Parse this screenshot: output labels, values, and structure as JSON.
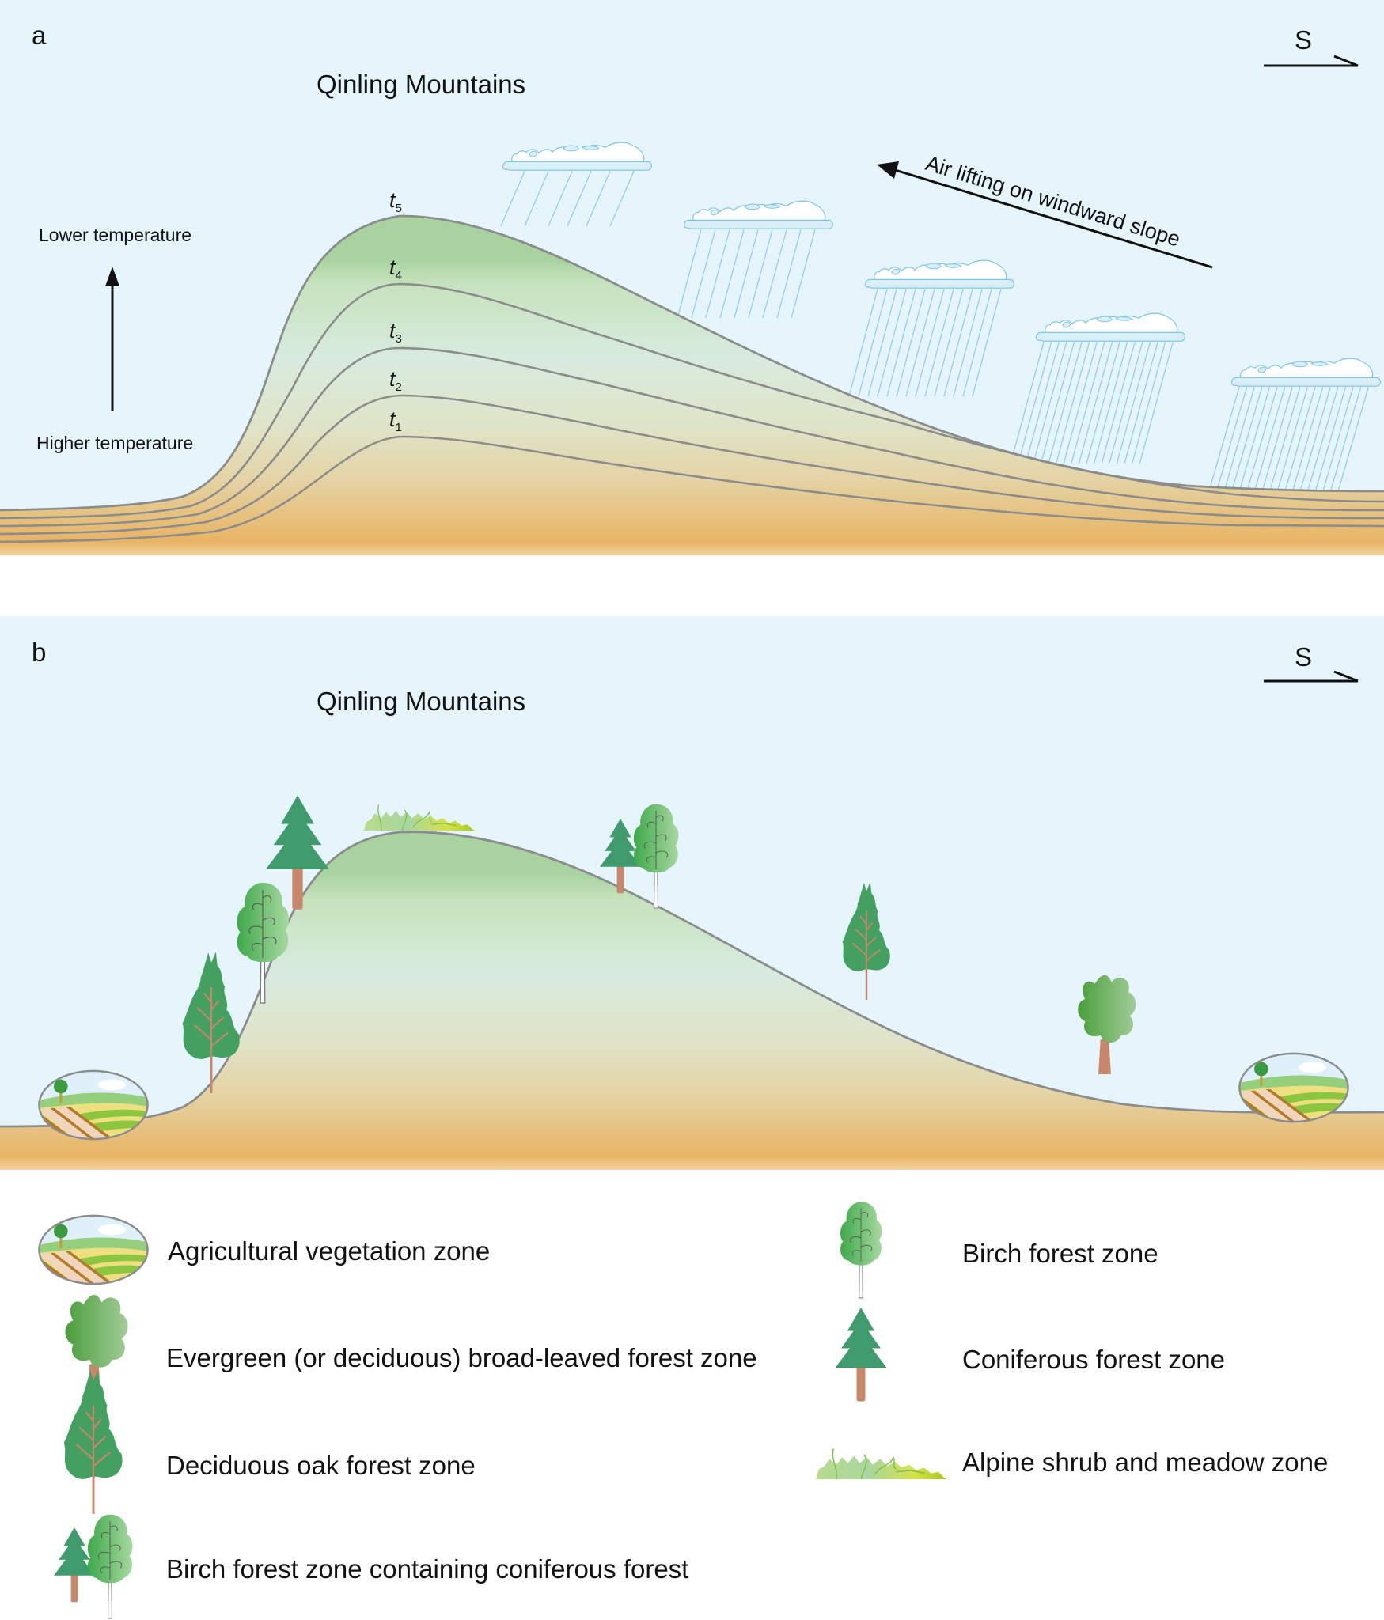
{
  "colors": {
    "sky": "#e6f4fc",
    "ground_top": "#e2d9b0",
    "ground_bottom": "#e8b464",
    "mountain_peak_green": "#a8d3a0",
    "mountain_mid": "#d8ebdf",
    "isoline": "#8c8c8c",
    "cloud_outline": "#7cc6df",
    "rain": "#8fcbe6",
    "conifer": "#3f9a6c",
    "trunk": "#c8866a",
    "oak": "#43a060",
    "broadleaf_dark": "#4a9e3c",
    "broadleaf_light": "#a3cc98"
  },
  "panel_a": {
    "label": "a",
    "title": "Qinling Mountains",
    "compass": {
      "letter": "S",
      "icon": "south-arrow-icon"
    },
    "temperature_axis": {
      "top_label": "Lower temperature",
      "bottom_label": "Higher temperature",
      "icon": "arrow-up-icon"
    },
    "isotherms": [
      {
        "symbol": "t",
        "subscript": "5"
      },
      {
        "symbol": "t",
        "subscript": "4"
      },
      {
        "symbol": "t",
        "subscript": "3"
      },
      {
        "symbol": "t",
        "subscript": "2"
      },
      {
        "symbol": "t",
        "subscript": "1"
      }
    ],
    "wind": {
      "label": "Air lifting on windward slope",
      "icon": "arrow-left-icon"
    },
    "clouds": [
      {
        "icon": "rain-cloud-icon",
        "intensity": "light"
      },
      {
        "icon": "rain-cloud-icon",
        "intensity": "moderate"
      },
      {
        "icon": "rain-cloud-icon",
        "intensity": "moderate"
      },
      {
        "icon": "rain-cloud-icon",
        "intensity": "heavy"
      },
      {
        "icon": "rain-cloud-icon",
        "intensity": "heavy"
      }
    ]
  },
  "panel_b": {
    "label": "b",
    "title": "Qinling Mountains",
    "compass": {
      "letter": "S",
      "icon": "south-arrow-icon"
    }
  },
  "legend": {
    "items": [
      {
        "icon": "agricultural-field-icon",
        "label": "Agricultural vegetation zone"
      },
      {
        "icon": "broadleaf-tree-icon",
        "label": "Evergreen (or deciduous) broad-leaved forest zone"
      },
      {
        "icon": "oak-tree-icon",
        "label": "Deciduous oak forest zone"
      },
      {
        "icon": "birch-conifer-icon",
        "label": "Birch forest zone containing coniferous forest"
      },
      {
        "icon": "birch-tree-icon",
        "label": "Birch forest zone"
      },
      {
        "icon": "conifer-tree-icon",
        "label": "Coniferous forest zone"
      },
      {
        "icon": "alpine-shrub-icon",
        "label": "Alpine shrub and meadow zone"
      }
    ]
  }
}
